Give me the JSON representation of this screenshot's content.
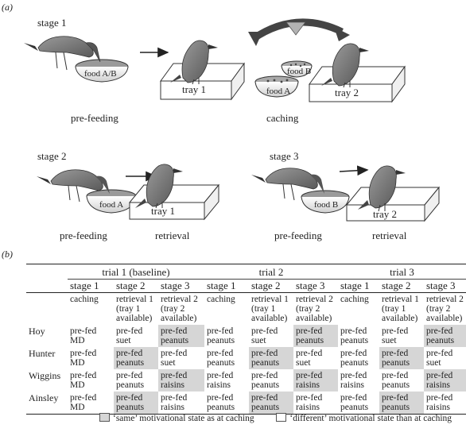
{
  "panel_a": {
    "letter": "(a)",
    "stage1": {
      "title": "stage 1",
      "bowl_label": "food A/B",
      "tray1_label": "tray 1",
      "bowl_b_label": "food B",
      "bowl_a_label": "food A",
      "tray2_label": "tray 2",
      "caption_left": "pre-feeding",
      "caption_right": "caching"
    },
    "stage2": {
      "title": "stage 2",
      "bowl_label": "food A",
      "tray_label": "tray 1",
      "caption_left": "pre-feeding",
      "caption_right": "retrieval"
    },
    "stage3": {
      "title": "stage 3",
      "bowl_label": "food B",
      "tray_label": "tray 2",
      "caption_left": "pre-feeding",
      "caption_right": "retrieval"
    }
  },
  "panel_b": {
    "letter": "(b)",
    "trials": [
      "trial 1 (baseline)",
      "trial 2",
      "trial 3"
    ],
    "stage_headers": [
      "stage 1",
      "stage 2",
      "stage 3"
    ],
    "phase_labels": {
      "caching": "caching",
      "retrieval1_line1": "retrieval 1",
      "retrieval1_line2": "(tray 1",
      "retrieval1_line3": "available)",
      "retrieval2_line1": "retrieval 2",
      "retrieval2_line2": "(tray 2",
      "retrieval2_line3": "available)"
    },
    "rows": [
      {
        "name": "Hoy",
        "t1": [
          [
            "pre-fed MD",
            ""
          ],
          [
            "pre-fed",
            "suet"
          ],
          [
            "pre-fed",
            "peanuts"
          ]
        ],
        "t2": [
          [
            "pre-fed",
            "peanuts"
          ],
          [
            "pre-fed",
            "suet"
          ],
          [
            "pre-fed",
            "peanuts"
          ]
        ],
        "t3": [
          [
            "pre-fed",
            "peanuts"
          ],
          [
            "pre-fed",
            "suet"
          ],
          [
            "pre-fed",
            "peanuts"
          ]
        ]
      },
      {
        "name": "Hunter",
        "t1": [
          [
            "pre-fed MD",
            ""
          ],
          [
            "pre-fed",
            "peanuts"
          ],
          [
            "pre-fed",
            "suet"
          ]
        ],
        "t2": [
          [
            "pre-fed",
            "peanuts"
          ],
          [
            "pre-fed",
            "peanuts"
          ],
          [
            "pre-fed",
            "suet"
          ]
        ],
        "t3": [
          [
            "pre-fed",
            "peanuts"
          ],
          [
            "pre-fed",
            "peanuts"
          ],
          [
            "pre-fed",
            "suet"
          ]
        ]
      },
      {
        "name": "Wiggins",
        "t1": [
          [
            "pre-fed MD",
            ""
          ],
          [
            "pre-fed",
            "peanuts"
          ],
          [
            "pre-fed",
            "raisins"
          ]
        ],
        "t2": [
          [
            "pre-fed",
            "raisins"
          ],
          [
            "pre-fed",
            "peanuts"
          ],
          [
            "pre-fed",
            "raisins"
          ]
        ],
        "t3": [
          [
            "pre-fed",
            "raisins"
          ],
          [
            "pre-fed",
            "peanuts"
          ],
          [
            "pre-fed",
            "raisins"
          ]
        ]
      },
      {
        "name": "Ainsley",
        "t1": [
          [
            "pre-fed MD",
            ""
          ],
          [
            "pre-fed",
            "peanuts"
          ],
          [
            "pre-fed",
            "raisins"
          ]
        ],
        "t2": [
          [
            "pre-fed",
            "peanuts"
          ],
          [
            "pre-fed",
            "peanuts"
          ],
          [
            "pre-fed",
            "raisins"
          ]
        ],
        "t3": [
          [
            "pre-fed",
            "peanuts"
          ],
          [
            "pre-fed",
            "peanuts"
          ],
          [
            "pre-fed",
            "raisins"
          ]
        ]
      }
    ],
    "legend": {
      "same": "‘same’ motivational state as at caching",
      "different": "‘different’ motivational state than at caching",
      "shade_color": "#d6d6d6"
    }
  }
}
